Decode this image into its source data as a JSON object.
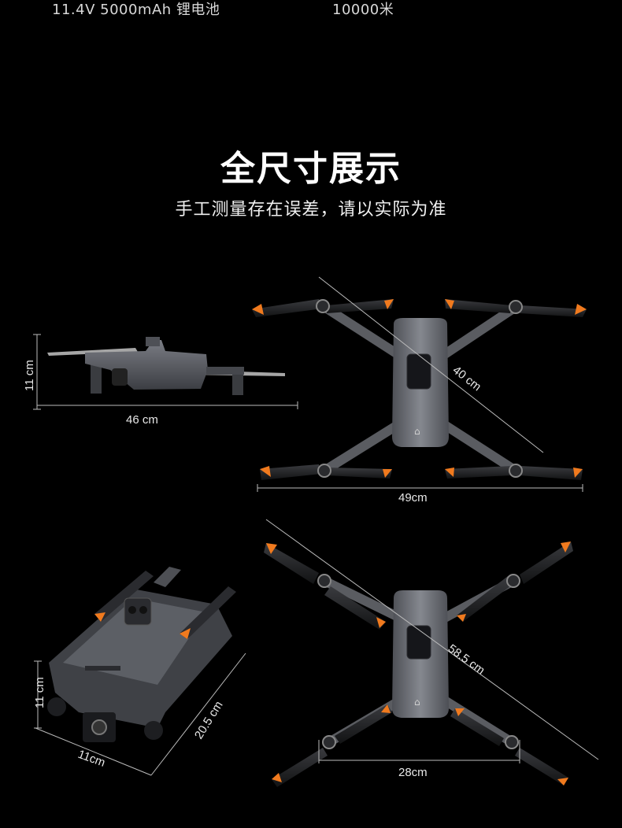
{
  "specs": {
    "battery": "11.4V 5000mAh 锂电池",
    "range": "10000米"
  },
  "header": {
    "title": "全尺寸展示",
    "subtitle": "手工测量存在误差，请以实际为准"
  },
  "dimensions": {
    "side_height": "11 cm",
    "side_length": "46 cm",
    "top_diagonal": "40 cm",
    "top_width": "49cm",
    "folded_height": "11 cm",
    "folded_width": "11cm",
    "folded_length": "20.5 cm",
    "spread_diagonal": "58.5 cm",
    "spread_width": "28cm"
  },
  "colors": {
    "accent": "#f07a1e",
    "body": "#5e6066",
    "body_light": "#80838a",
    "prop": "#1f2023"
  }
}
